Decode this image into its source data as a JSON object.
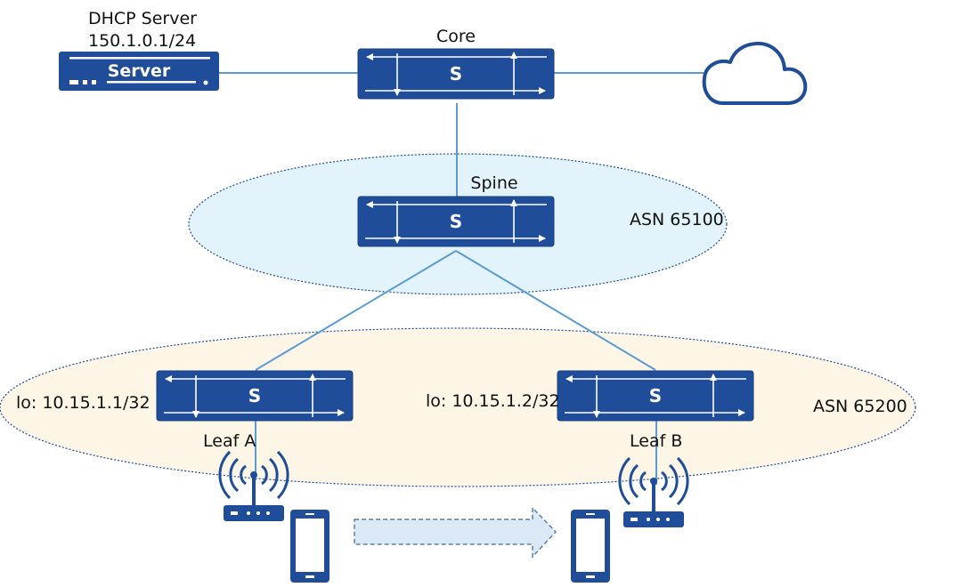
{
  "labels": {
    "dhcp_server_name": "DHCP Server",
    "dhcp_server_subnet": "150.1.0.1/24",
    "server_text": "Server",
    "core": "Core",
    "spine": "Spine",
    "asn_spine": "ASN 65100",
    "asn_leaf": "ASN 65200",
    "leaf_a": "Leaf A",
    "leaf_b": "Leaf B",
    "leaf_a_loopback": "lo: 10.15.1.1/32",
    "leaf_b_loopback": "lo: 10.15.1.2/32",
    "switch_letter": "S"
  },
  "colors": {
    "device_blue": "#1f4d99",
    "link_blue": "#5b9bd5",
    "spine_zone_fill": "#e3f3fb",
    "leaf_zone_fill": "#fdf6e6",
    "arrow_fill": "#dbe8f5",
    "arrow_stroke": "#5b7fb0"
  },
  "icons": [
    "server-icon",
    "switch-icon",
    "cloud-icon",
    "wireless-ap-icon",
    "phone-icon",
    "roam-arrow-icon"
  ]
}
